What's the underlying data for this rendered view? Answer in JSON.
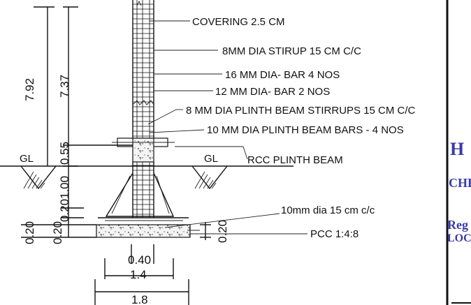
{
  "labels": {
    "covering": "COVERING 2.5 CM",
    "stirrup": "8MM DIA STIRUP 15 CM C/C",
    "bar16": "16 MM DIA- BAR 4 NOS",
    "bar12": "12 MM DIA- BAR 2 NOS",
    "plinth_stirrups": "8 MM DIA PLINTH BEAM STIRRUPS 15 CM C/C",
    "plinth_bars": "10 MM DIA PLINTH BEAM BARS - 4 NOS",
    "plinth_beam": "RCC PLINTH BEAM",
    "gl_left": "GL",
    "gl_right": "GL",
    "footing_mesh": "10mm dia 15 cm c/c",
    "pcc": "PCC 1:4:8"
  },
  "dimensions": {
    "total_height": "7.92",
    "column_height": "7.37",
    "plinth": "0.55",
    "depth": "1.00",
    "footing_slope": "0.20",
    "footing_base": "0.20",
    "pcc_left": "0.20",
    "pcc_right": "0.20",
    "column_width": "0.40",
    "footing_width": "1.4",
    "pcc_width": "1.8"
  },
  "side_panel": {
    "title": "H",
    "line1": "CHE",
    "line2": "Reg",
    "line3": "LOCA"
  },
  "colors": {
    "line": "#111111",
    "side_text": "#3a3aa8",
    "background": "#ffffff"
  }
}
